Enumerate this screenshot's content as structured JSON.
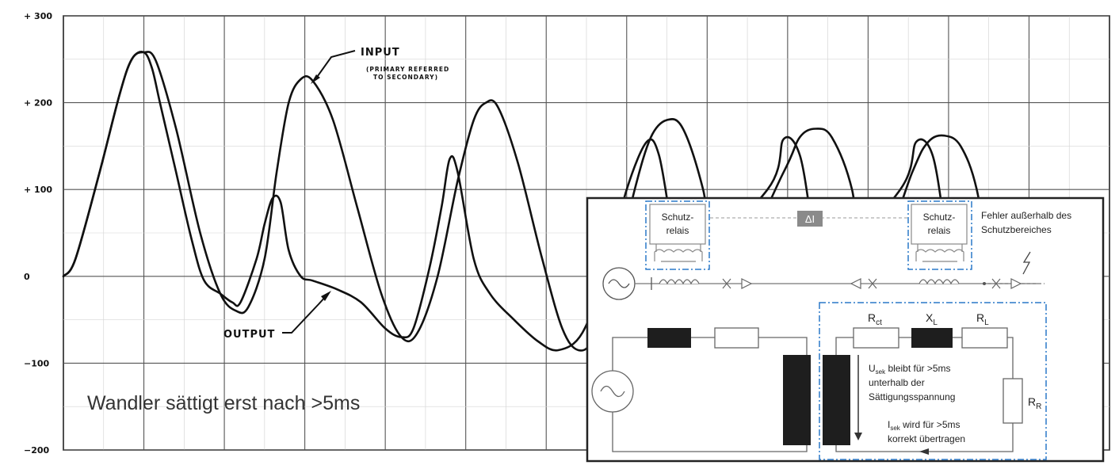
{
  "chart_data": {
    "type": "line",
    "y_ticks": [
      "+ 300",
      "+ 200",
      "+ 100",
      "0",
      "−100",
      "−200"
    ],
    "ylim": [
      -200,
      300
    ],
    "grid": true,
    "series": [
      {
        "name": "INPUT",
        "points": [
          [
            0,
            0
          ],
          [
            0.3,
            20
          ],
          [
            0.9,
            120
          ],
          [
            1.4,
            210
          ],
          [
            1.7,
            250
          ],
          [
            2.0,
            258
          ],
          [
            2.3,
            248
          ],
          [
            2.8,
            170
          ],
          [
            3.4,
            50
          ],
          [
            3.9,
            -20
          ],
          [
            4.3,
            -40
          ],
          [
            4.6,
            -35
          ],
          [
            5.0,
            20
          ],
          [
            5.3,
            120
          ],
          [
            5.6,
            200
          ],
          [
            5.9,
            227
          ],
          [
            6.2,
            225
          ],
          [
            6.7,
            180
          ],
          [
            7.3,
            80
          ],
          [
            7.9,
            -20
          ],
          [
            8.4,
            -70
          ],
          [
            8.8,
            -65
          ],
          [
            9.3,
            0
          ],
          [
            9.8,
            110
          ],
          [
            10.2,
            180
          ],
          [
            10.5,
            200
          ],
          [
            10.8,
            195
          ],
          [
            11.3,
            130
          ],
          [
            11.9,
            20
          ],
          [
            12.4,
            -60
          ],
          [
            12.8,
            -85
          ],
          [
            13.2,
            -70
          ],
          [
            13.7,
            0
          ],
          [
            14.2,
            100
          ],
          [
            14.6,
            160
          ],
          [
            15.0,
            180
          ],
          [
            15.4,
            170
          ],
          [
            15.9,
            100
          ],
          [
            16.4,
            -10
          ],
          [
            17.9,
            120
          ],
          [
            18.3,
            160
          ],
          [
            18.7,
            170
          ],
          [
            19.1,
            160
          ],
          [
            19.6,
            100
          ],
          [
            20.0,
            -10
          ],
          [
            21.1,
            120
          ],
          [
            21.5,
            155
          ],
          [
            21.9,
            162
          ],
          [
            22.3,
            150
          ],
          [
            22.7,
            100
          ],
          [
            23.1,
            -10
          ]
        ]
      },
      {
        "name": "OUTPUT",
        "points": [
          [
            0,
            0
          ],
          [
            0.3,
            20
          ],
          [
            0.9,
            120
          ],
          [
            1.4,
            210
          ],
          [
            1.7,
            250
          ],
          [
            2.0,
            258
          ],
          [
            2.2,
            240
          ],
          [
            2.4,
            200
          ],
          [
            2.8,
            120
          ],
          [
            3.2,
            40
          ],
          [
            3.5,
            -5
          ],
          [
            3.9,
            -20
          ],
          [
            4.2,
            -30
          ],
          [
            4.4,
            -30
          ],
          [
            4.8,
            20
          ],
          [
            5.0,
            60
          ],
          [
            5.2,
            90
          ],
          [
            5.4,
            85
          ],
          [
            5.6,
            30
          ],
          [
            5.9,
            0
          ],
          [
            6.2,
            -5
          ],
          [
            6.8,
            -15
          ],
          [
            7.4,
            -30
          ],
          [
            8.0,
            -60
          ],
          [
            8.4,
            -70
          ],
          [
            8.7,
            -60
          ],
          [
            9.1,
            10
          ],
          [
            9.4,
            80
          ],
          [
            9.6,
            135
          ],
          [
            9.8,
            120
          ],
          [
            10.2,
            20
          ],
          [
            10.6,
            -20
          ],
          [
            11.2,
            -50
          ],
          [
            11.8,
            -75
          ],
          [
            12.3,
            -85
          ],
          [
            12.9,
            -65
          ],
          [
            13.5,
            10
          ],
          [
            14.0,
            100
          ],
          [
            14.5,
            155
          ],
          [
            14.8,
            140
          ],
          [
            15.1,
            60
          ],
          [
            15.3,
            0
          ],
          [
            17.5,
            100
          ],
          [
            17.9,
            158
          ],
          [
            18.3,
            140
          ],
          [
            18.6,
            60
          ],
          [
            18.8,
            0
          ],
          [
            20.8,
            100
          ],
          [
            21.2,
            155
          ],
          [
            21.6,
            140
          ],
          [
            21.9,
            60
          ],
          [
            22.1,
            0
          ]
        ]
      }
    ]
  },
  "annotations": {
    "input_label": "INPUT",
    "input_sub_line1": "(PRIMARY REFERRED",
    "input_sub_line2": "TO SECONDARY)",
    "output_label": "OUTPUT",
    "caption": "Wandler sättigt erst nach >5ms"
  },
  "circuit": {
    "relay_left_line1": "Schutz-",
    "relay_left_line2": "relais",
    "relay_right_line1": "Schutz-",
    "relay_right_line2": "relais",
    "delta_label": "ΔI",
    "fault_line1": "Fehler außerhalb des",
    "fault_line2": "Schutzbereiches",
    "r_ct": "R",
    "r_ct_sub": "ct",
    "x_l": "X",
    "x_l_sub": "L",
    "r_l": "R",
    "r_l_sub": "L",
    "r_r": "R",
    "r_r_sub": "R",
    "usek_main": "U",
    "usek_sub": "sek",
    "usek_line1_rest": " bleibt für >5ms",
    "usek_line2": "unterhalb der",
    "usek_line3": "Sättigungsspannung",
    "isek_main": "I",
    "isek_sub": "sek",
    "isek_line1_rest": " wird für >5ms",
    "isek_line2": "korrekt übertragen",
    "colors": {
      "blue_dash": "#2a78c8",
      "delta_box": "#8a8a8a",
      "dark_block": "#1e1e1e"
    }
  }
}
